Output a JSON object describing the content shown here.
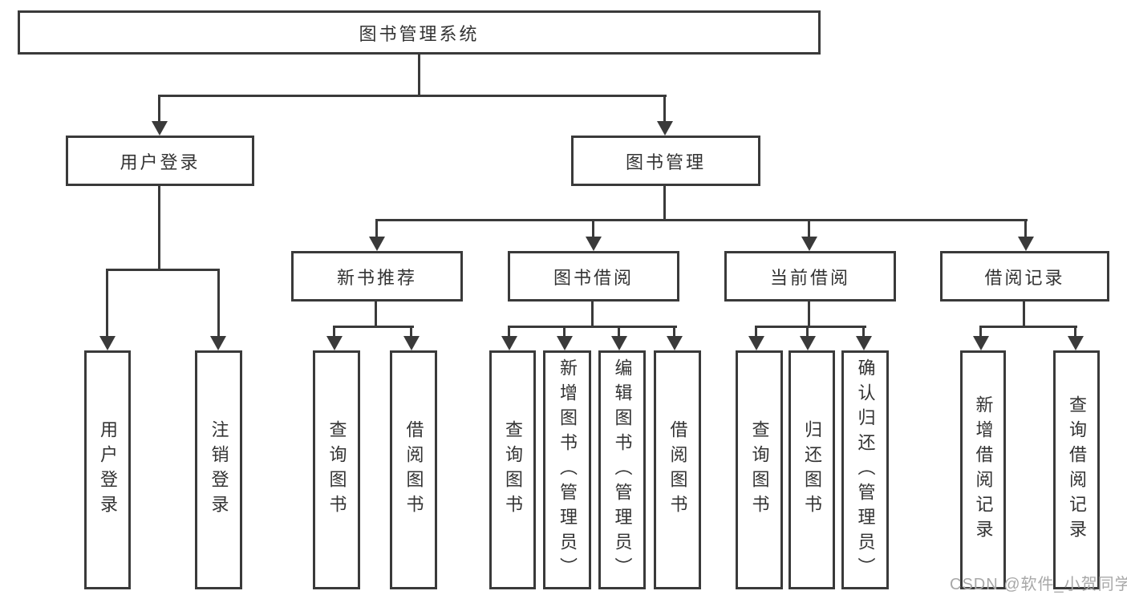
{
  "diagram": {
    "title": "图书管理系统",
    "branches": [
      {
        "label": "用户登录",
        "children": [
          "用户登录",
          "注销登录"
        ]
      },
      {
        "label": "图书管理",
        "sections": [
          {
            "label": "新书推荐",
            "children": [
              "查询图书",
              "借阅图书"
            ]
          },
          {
            "label": "图书借阅",
            "children": [
              "查询图书",
              "新增图书（管理员）",
              "编辑图书（管理员）",
              "借阅图书"
            ]
          },
          {
            "label": "当前借阅",
            "children": [
              "查询图书",
              "归还图书",
              "确认归还（管理员）"
            ]
          },
          {
            "label": "借阅记录",
            "children": [
              "新增借阅记录",
              "查询借阅记录"
            ]
          }
        ]
      }
    ]
  },
  "watermark": {
    "text": "CSDN @软件_小贺同学"
  },
  "colors": {
    "line": "#3a3a3a",
    "text": "#333333",
    "watermark": "#a8a8a8",
    "background": "#ffffff"
  }
}
